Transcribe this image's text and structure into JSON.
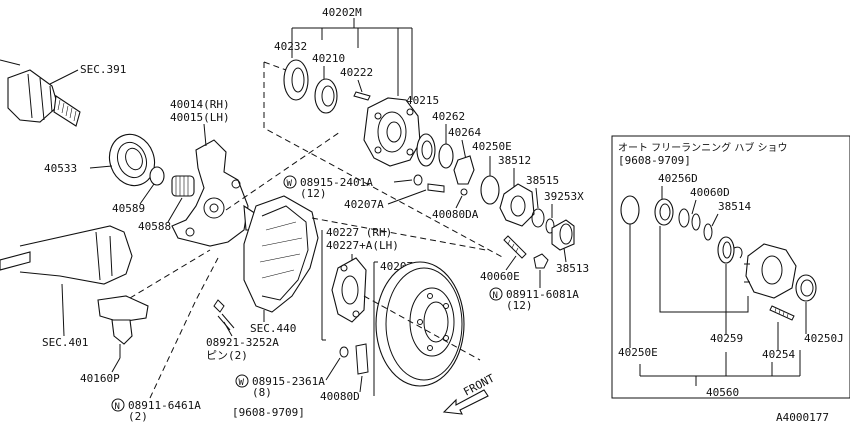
{
  "diagram_id": "A4000177",
  "labels": {
    "l40202M": "40202M",
    "l40232": "40232",
    "l40210": "40210",
    "l40222": "40222",
    "l40215": "40215",
    "l40262": "40262",
    "l40264": "40264",
    "l40250E_top": "40250E",
    "l38512": "38512",
    "l38515": "38515",
    "l39253X": "39253X",
    "l38513": "38513",
    "l40060E": "40060E",
    "l08911_6081A": "08911-6081A",
    "l08911_6081A_qty": "(12)",
    "l08915_2401A": "08915-2401A",
    "l08915_2401A_qty": "(12)",
    "l40207A": "40207A",
    "l40080DA": "40080DA",
    "l40227": "40227 (RH)",
    "l40227A": "40227+A(LH)",
    "l40207": "40207",
    "lSEC391": "SEC.391",
    "l40014": "40014(RH)",
    "l40015": "40015(LH)",
    "l40533": "40533",
    "l40589": "40589",
    "l40588": "40588",
    "lSEC401": "SEC.401",
    "l40160P": "40160P",
    "l08911_6461A": "08911-6461A",
    "l08911_6461A_qty": "(2)",
    "lSEC440": "SEC.440",
    "l08921_3252A": "08921-3252A",
    "l08921_3252A_qty": "ピン(2)",
    "l08915_2361A": "08915-2361A",
    "l08915_2361A_qty": "(8)",
    "l40080D": "40080D",
    "l9608_9709_bottom": "[9608-9709]",
    "lFRONT": "FRONT",
    "box_title": "オート フリーランニング ハブ ショウ",
    "box_date": "[9608-9709]",
    "l40256D": "40256D",
    "l40060D": "40060D",
    "l38514": "38514",
    "l40250E_box": "40250E",
    "l40259": "40259",
    "l40254": "40254",
    "l40250J": "40250J",
    "l40560": "40560",
    "badge_W": "W",
    "badge_N": "N"
  }
}
